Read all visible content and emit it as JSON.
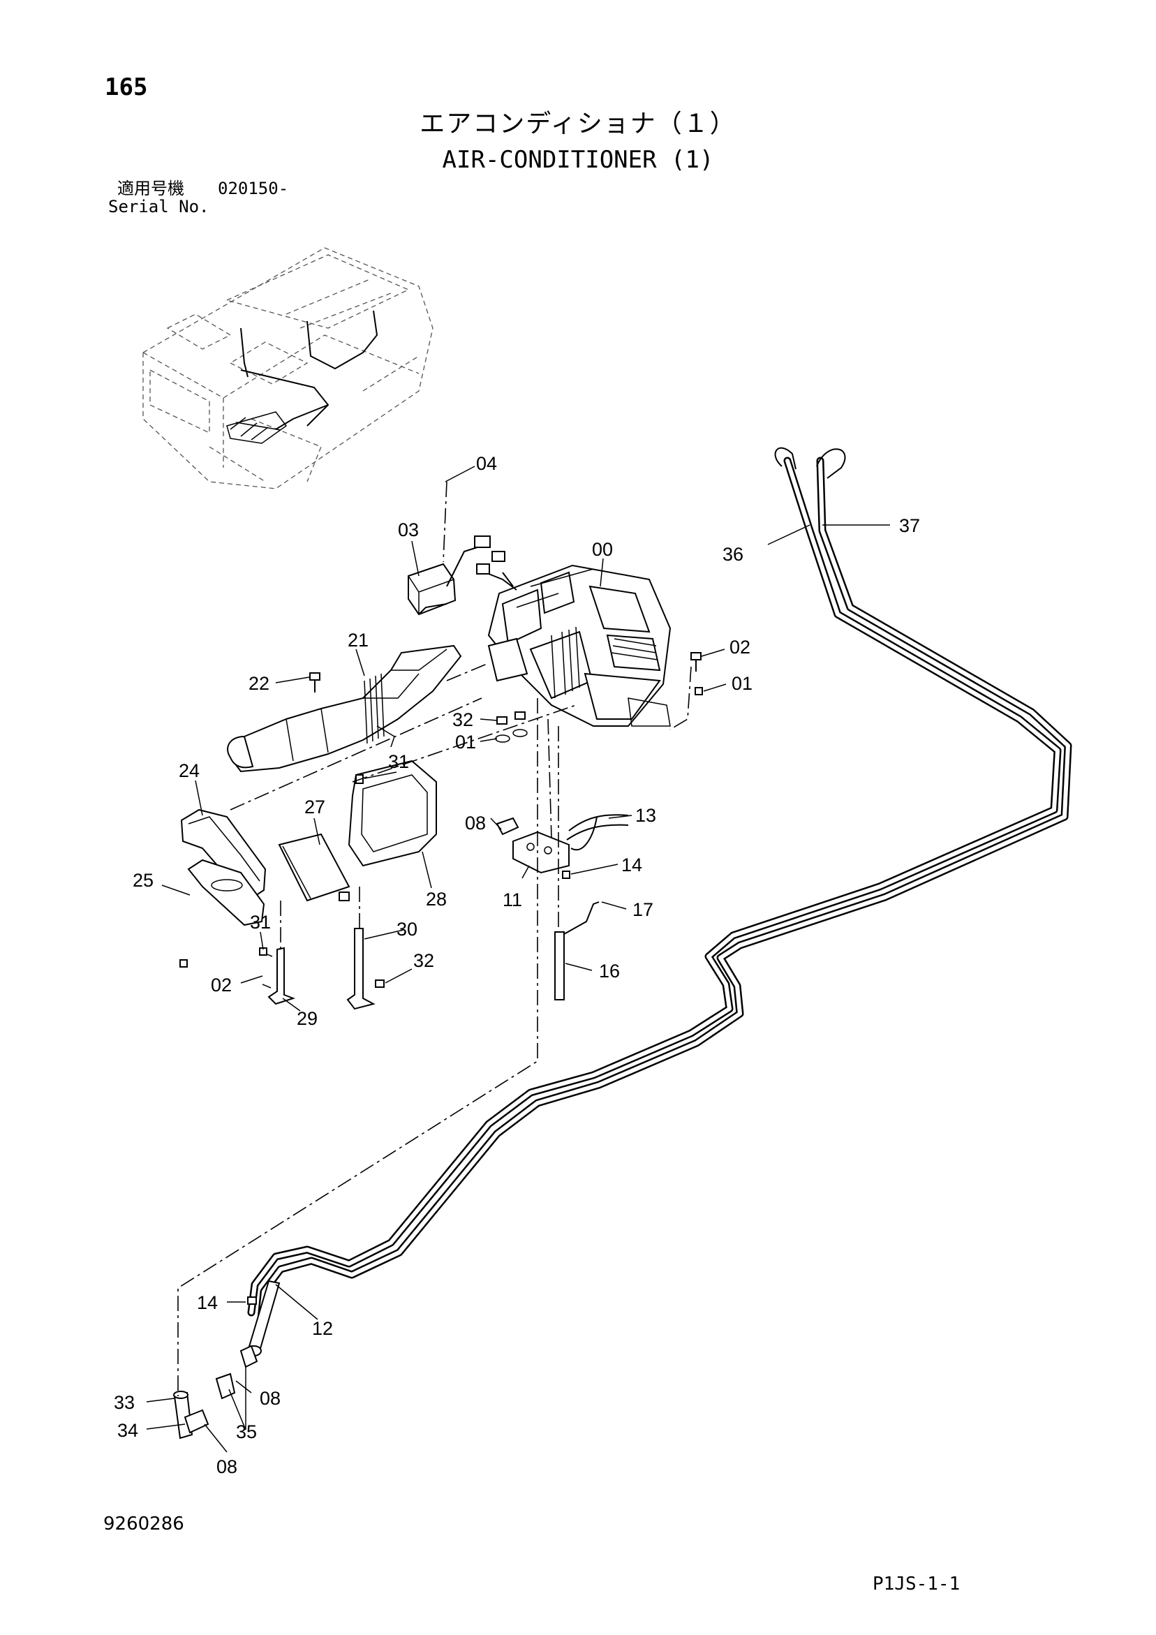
{
  "header": {
    "page_number": "165",
    "title_jp": "エアコンディショナ（１）",
    "title_en": "AIR-CONDITIONER (1)",
    "serial_label_jp": "適用号機",
    "serial_value": "020150-",
    "serial_label_en": "Serial No."
  },
  "callouts": {
    "c00": "00",
    "c01a": "01",
    "c01b": "01",
    "c02a": "02",
    "c02b": "02",
    "c03": "03",
    "c04": "04",
    "c08a": "08",
    "c08b": "08",
    "c08c": "08",
    "c11": "11",
    "c12": "12",
    "c13": "13",
    "c14a": "14",
    "c14b": "14",
    "c16": "16",
    "c17": "17",
    "c21": "21",
    "c22": "22",
    "c24": "24",
    "c25": "25",
    "c27": "27",
    "c28": "28",
    "c29": "29",
    "c30": "30",
    "c31a": "31",
    "c31b": "31",
    "c32a": "32",
    "c32b": "32",
    "c33": "33",
    "c34": "34",
    "c35": "35",
    "c36": "36",
    "c37": "37"
  },
  "footer": {
    "doc_number": "9260286",
    "sheet_code": "P1JS-1-1"
  }
}
